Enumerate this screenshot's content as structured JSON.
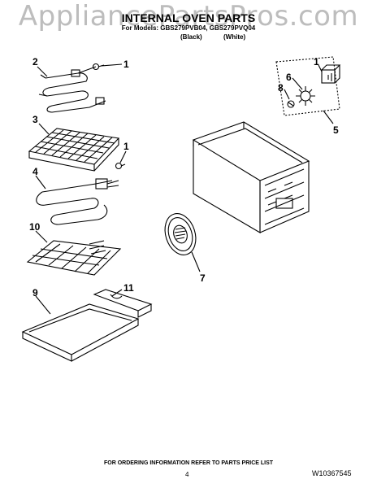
{
  "watermark": "AppliancePartsPros.com",
  "title": "INTERNAL OVEN PARTS",
  "models": "For Models: GBS279PVB04, GBS279PVQ04",
  "colors": [
    "(Black)",
    "(White)"
  ],
  "callouts": [
    "1",
    "2",
    "3",
    "1",
    "4",
    "10",
    "9",
    "11",
    "1",
    "6",
    "8",
    "5",
    "7"
  ],
  "footer": "FOR ORDERING INFORMATION REFER TO PARTS PRICE LIST",
  "page_number": "4",
  "document_number": "W10367545"
}
